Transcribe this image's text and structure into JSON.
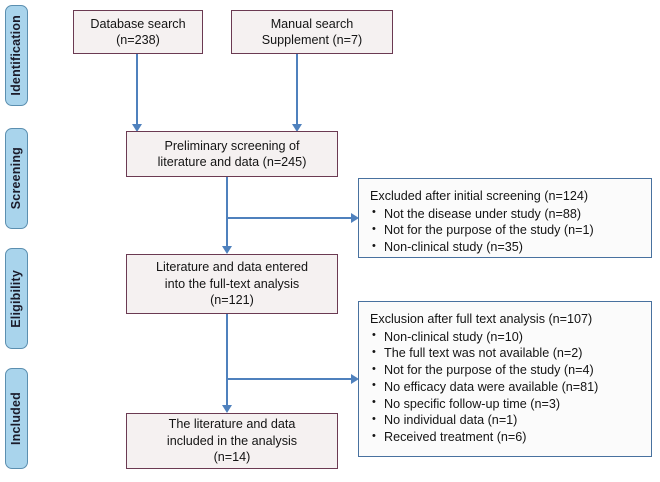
{
  "diagram": {
    "title": "PRISMA study selection flow diagram",
    "colors": {
      "stage_tab_fill": "#a9d4ec",
      "stage_tab_border": "#5b8fb0",
      "flow_box_fill": "#f5f1f1",
      "flow_box_border": "#6b3a52",
      "exclusion_box_fill": "#fbfbfb",
      "exclusion_box_border": "#48719f",
      "connector": "#4f81bd",
      "background": "#ffffff"
    }
  },
  "stages": [
    {
      "label": "Identification"
    },
    {
      "label": "Screening"
    },
    {
      "label": "Eligibility"
    },
    {
      "label": "Included"
    }
  ],
  "flow_boxes": [
    {
      "id": "database-search",
      "text": "Database search\n(n=238)",
      "count": 238
    },
    {
      "id": "manual-search",
      "text": "Manual search\nSupplement  (n=7)",
      "count": 7
    },
    {
      "id": "preliminary-screening",
      "text": "Preliminary screening of\nliterature and data  (n=245)",
      "count": 245
    },
    {
      "id": "full-text-analysis",
      "text": "Literature and data entered\ninto the full-text analysis\n(n=121)",
      "count": 121
    },
    {
      "id": "included-analysis",
      "text": "The literature and data\nincluded in the analysis\n(n=14)",
      "count": 14
    }
  ],
  "exclusions": [
    {
      "id": "excluded-initial-screening",
      "title": "Excluded after initial screening  (n=124)",
      "count": 124,
      "reasons": [
        "Not the disease under study  (n=88)",
        "Not for the purpose of the study  (n=1)",
        "Non-clinical study  (n=35)"
      ]
    },
    {
      "id": "excluded-full-text",
      "title": "Exclusion after full text analysis  (n=107)",
      "count": 107,
      "reasons": [
        "Non-clinical study  (n=10)",
        "The full text was not available  (n=2)",
        "Not for the purpose of the study  (n=4)",
        "No efficacy data were available  (n=81)",
        "No specific follow-up time  (n=3)",
        "No individual data  (n=1)",
        "Received treatment  (n=6)"
      ]
    }
  ]
}
